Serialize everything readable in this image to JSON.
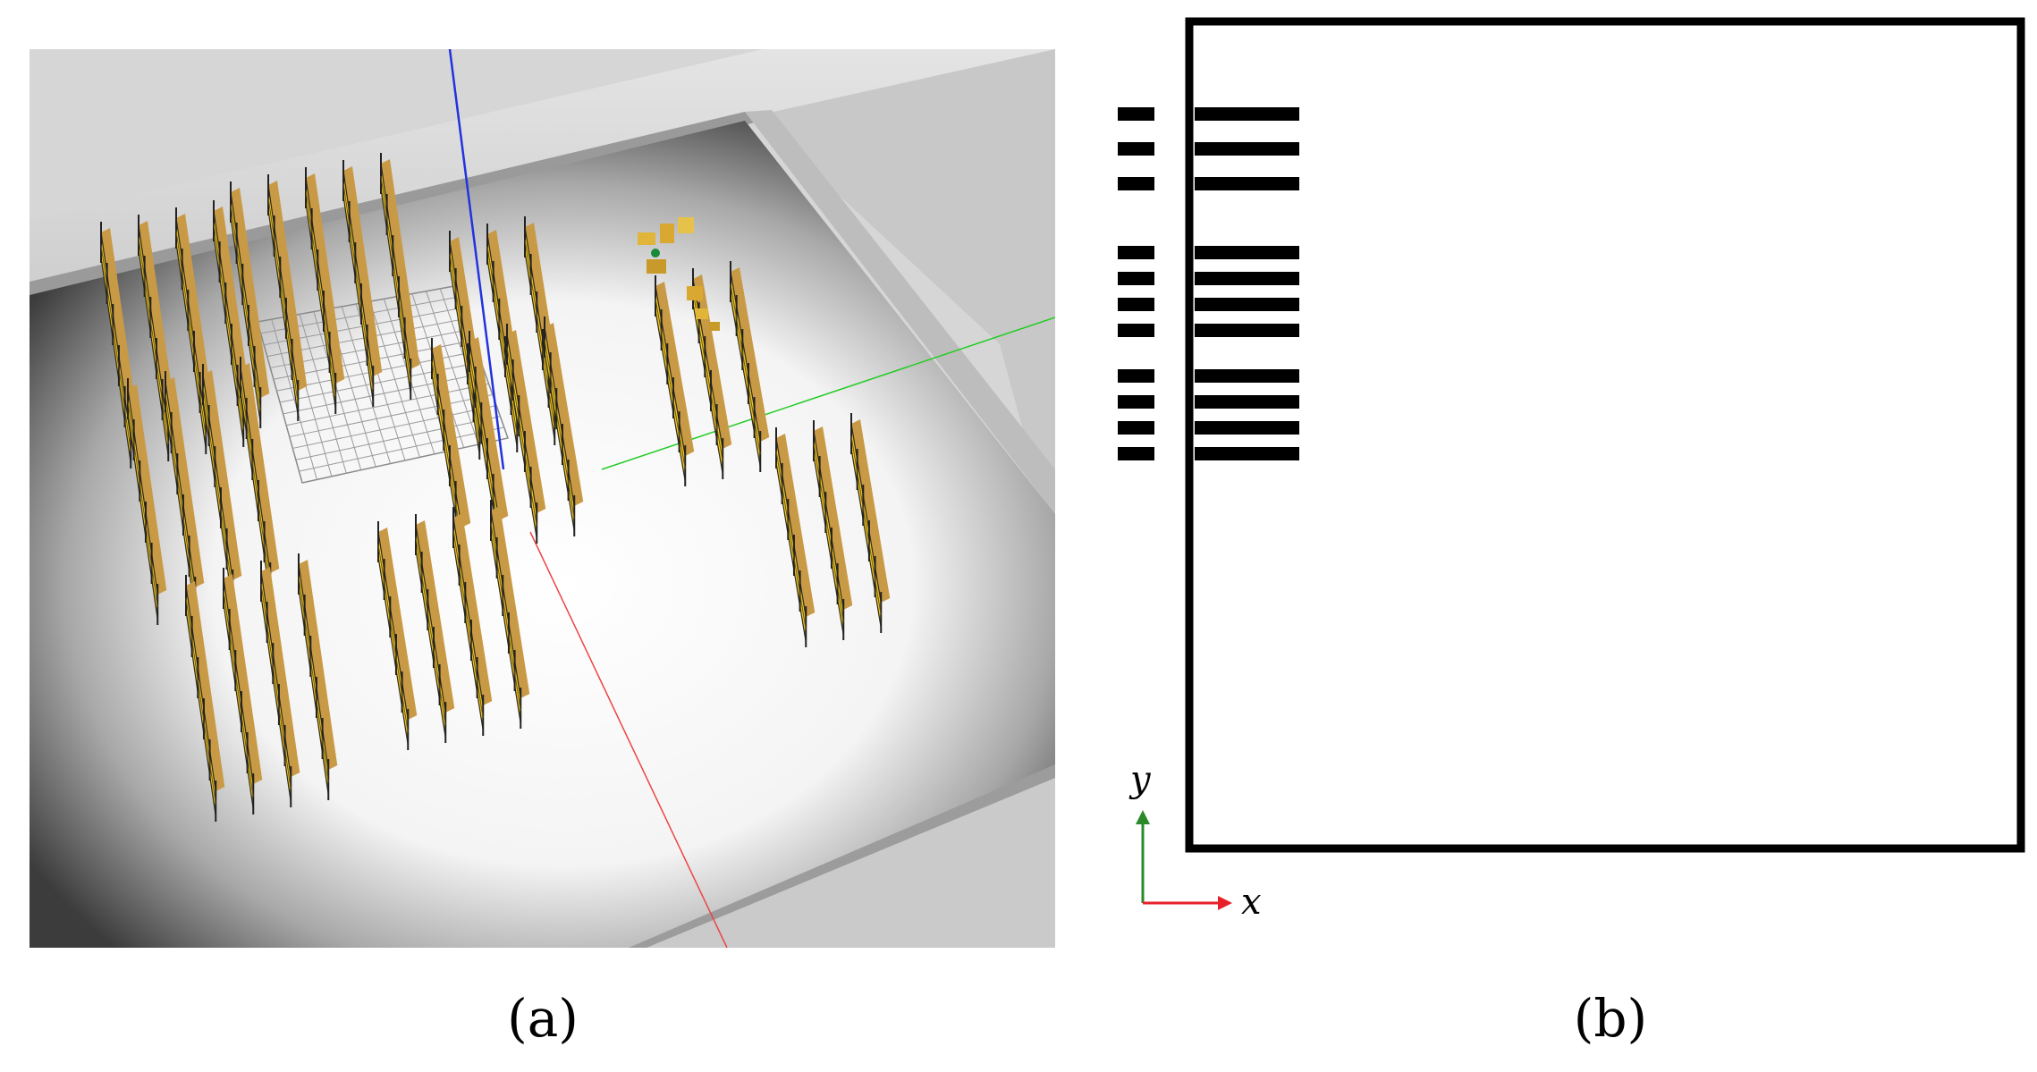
{
  "panels": {
    "a": {
      "caption": "(a)",
      "description_icon": "warehouse-3d-simulation"
    },
    "b": {
      "caption": "(b)",
      "description_icon": "warehouse-top-view-map"
    }
  },
  "axes": {
    "x_label": "x",
    "y_label": "y",
    "x_color": "#e8202a",
    "y_color": "#2a8a2a"
  },
  "map": {
    "shelf_groups": [
      {
        "column": 2,
        "row": 0,
        "shelves": 3
      },
      {
        "column": 3,
        "row": 0,
        "shelves": 3
      },
      {
        "column": 1,
        "row": 1,
        "shelves": 4
      },
      {
        "column": 2,
        "row": 1,
        "shelves": 4
      },
      {
        "column": 3,
        "row": 1,
        "shelves": 4
      },
      {
        "column": 1,
        "row": 2,
        "shelves": 4
      },
      {
        "column": 2,
        "row": 2,
        "shelves": 4
      },
      {
        "column": 3,
        "row": 2,
        "shelves": 4
      }
    ]
  },
  "colors": {
    "shelf": "#000000",
    "border": "#000000",
    "floor_light": "#ffffff",
    "floor_dark": "#3a3a3a",
    "wall": "#d2d2d2",
    "rack": "#f2c91a",
    "z_axis": "#2233dd",
    "y_axis_line": "#22cc22",
    "x_axis_line": "#ee4444"
  }
}
